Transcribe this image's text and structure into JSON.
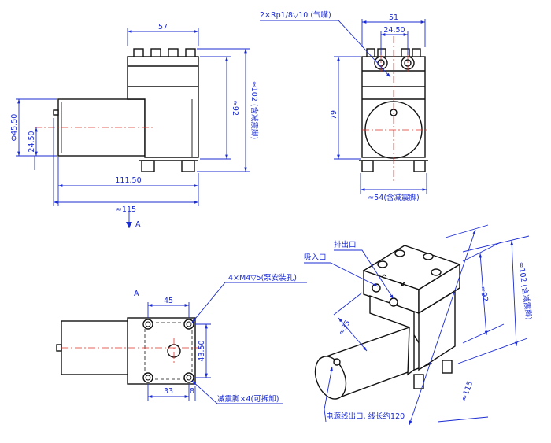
{
  "colors": {
    "dimension": "#1a2bd0",
    "centerline": "#e0302a",
    "outline": "#111111",
    "background": "#ffffff"
  },
  "views": {
    "front": {
      "dim_width_top": "57",
      "dim_body_dia": "Φ45.50",
      "dim_center_height": "24.50",
      "dim_length_body": "111.50",
      "dim_length_total": "≈115",
      "dim_height_92": "≈92",
      "dim_height_102": "≈102 (含减震脚)",
      "section_marker": "A"
    },
    "side": {
      "dim_top_width": "51",
      "dim_port_spacing": "24.50",
      "dim_height": "79",
      "dim_bottom_width": "≈54(含减震脚)",
      "port_note": "2×Rp1/8▽10 (气嘴)"
    },
    "bottom": {
      "view_label": "A",
      "dim_hole_spacing_x": "45",
      "dim_hole_spacing_y": "43.50",
      "dim_offset_33": "33",
      "dim_offset_8": "8",
      "hole_note": "4×M4▽5(泵安装孔)",
      "foot_note": "减震脚×4(可拆卸)"
    },
    "iso": {
      "inlet_label": "吸入口",
      "outlet_label": "排出口",
      "dim_35": "≈35",
      "dim_92": "≈92",
      "dim_102": "≈102 (含减震脚)",
      "dim_115": "≈115",
      "power_note": "电源线出口, 线长约120"
    }
  }
}
